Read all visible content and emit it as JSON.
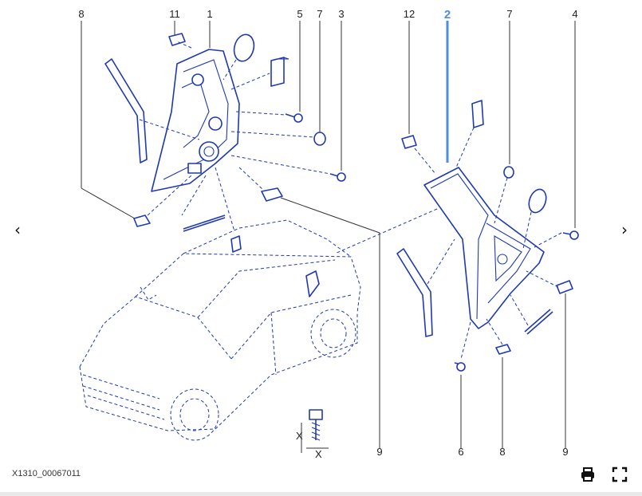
{
  "diagram": {
    "reference_code": "X1310_00067011",
    "callouts": {
      "c8a": "8",
      "c11": "11",
      "c1": "1",
      "c5": "5",
      "c7a": "7",
      "c3": "3",
      "c12": "12",
      "c2": "2",
      "c7b": "7",
      "c4": "4",
      "c9a": "9",
      "c6": "6",
      "c8b": "8",
      "c9b": "9"
    },
    "dimension_labels": {
      "x1": "X",
      "x2": "X"
    },
    "highlight_color": "#4a8fe0",
    "line_color": "#1f39b0"
  },
  "controls": {
    "prev": "‹",
    "next": "›",
    "print_icon": "printer-icon",
    "fullscreen_icon": "fullscreen-icon"
  }
}
